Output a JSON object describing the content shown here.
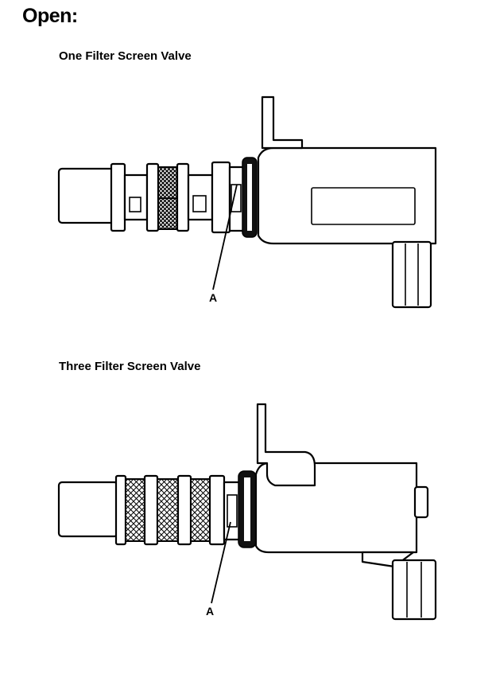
{
  "page": {
    "title": "Open:",
    "sections": [
      {
        "title": "One Filter Screen Valve",
        "callout": "A"
      },
      {
        "title": "Three Filter Screen Valve",
        "callout": "A"
      }
    ]
  }
}
